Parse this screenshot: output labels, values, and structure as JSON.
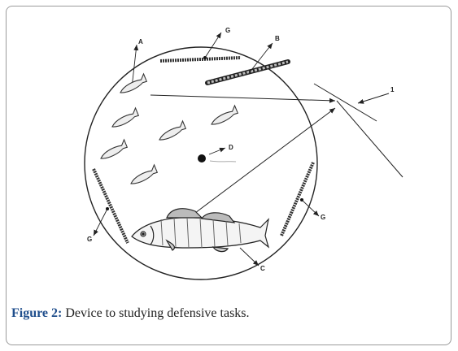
{
  "figure": {
    "label": "Figure 2:",
    "caption": "Device to studying defensive tasks."
  },
  "diagram": {
    "labels": {
      "a": "A",
      "b": "B",
      "c": "C",
      "d": "D",
      "g_top": "G",
      "g_left": "G",
      "g_right": "G",
      "one": "1"
    }
  }
}
